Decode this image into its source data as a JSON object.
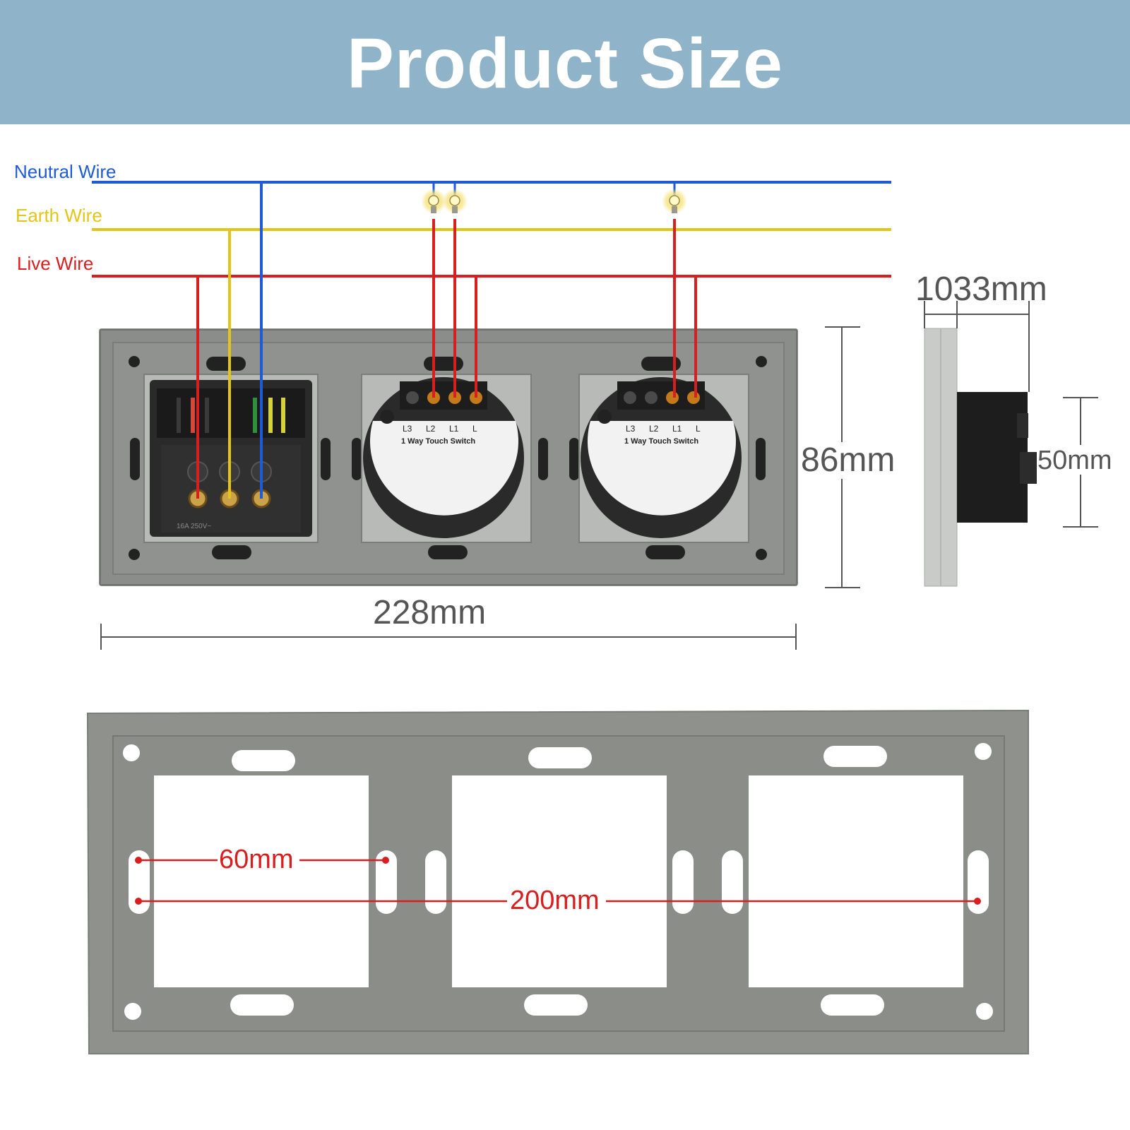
{
  "header": {
    "title": "Product Size"
  },
  "wires": {
    "neutral": {
      "label": "Neutral Wire",
      "color": "#1f5bd6"
    },
    "earth": {
      "label": "Earth Wire",
      "color": "#e3c51a"
    },
    "live": {
      "label": "Live Wire",
      "color": "#d81e1e"
    }
  },
  "dimensions": {
    "depth_label": "1033mm",
    "height_label": "86mm",
    "module_depth_label": "50mm",
    "width_label": "228mm",
    "frame_gap_label": "60mm",
    "frame_span_label": "200mm"
  },
  "modules": {
    "switch_terminals": [
      "L3",
      "L2",
      "L1",
      "L"
    ],
    "switch_title": "1 Way Touch Switch",
    "socket_marking": "16A 250V~"
  },
  "colors": {
    "panel": "#8a8d8a",
    "frame": "#8e918c",
    "dimension_line": "#555555",
    "measure_red": "#d81e1e"
  }
}
